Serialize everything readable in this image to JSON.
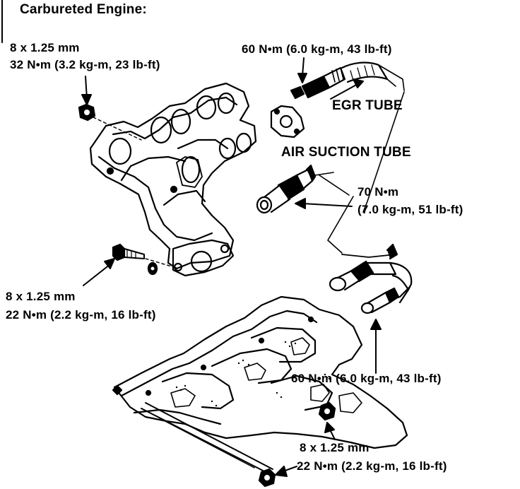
{
  "title": "Carbureted Engine:",
  "labels": {
    "exhaust_nut_size": "8 x 1.25 mm",
    "exhaust_nut_torque": "32 N•m (3.2 kg-m, 23 lb-ft)",
    "egr_fitting_torque": "60 N•m (6.0 kg-m, 43 lb-ft)",
    "egr_tube": "EGR TUBE",
    "air_suction_tube": "AIR SUCTION TUBE",
    "air_suction_torque_nm": "70 N•m",
    "air_suction_torque_alt": "(7.0 kg-m, 51 lb-ft)",
    "manifold_bolt_size": "8 x 1.25 mm",
    "manifold_bolt_torque": "22 N•m (2.2 kg-m, 16 lb-ft)",
    "lower_fitting_torque": "60 N•m (6.0 kg-m, 43 lb-ft)",
    "intake_nut_size": "8 x 1.25 mm",
    "intake_nut_torque": "22 N•m (2.2 kg-m, 16 lb-ft)"
  },
  "colors": {
    "ink": "#000000",
    "paper": "#ffffff"
  }
}
